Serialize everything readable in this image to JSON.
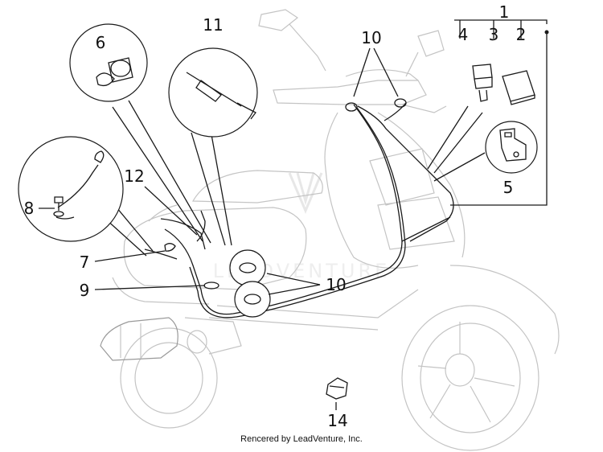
{
  "diagram": {
    "callouts": {
      "c1": "1",
      "c2": "2",
      "c3": "3",
      "c4": "4",
      "c5": "5",
      "c6": "6",
      "c7": "7",
      "c8": "8",
      "c9": "9",
      "c10a": "10",
      "c10b": "10",
      "c11": "11",
      "c12": "12",
      "c14": "14"
    },
    "watermark": "LEADVENTURE"
  },
  "footer": {
    "credit": "Rencered by LeadVenture, Inc."
  }
}
